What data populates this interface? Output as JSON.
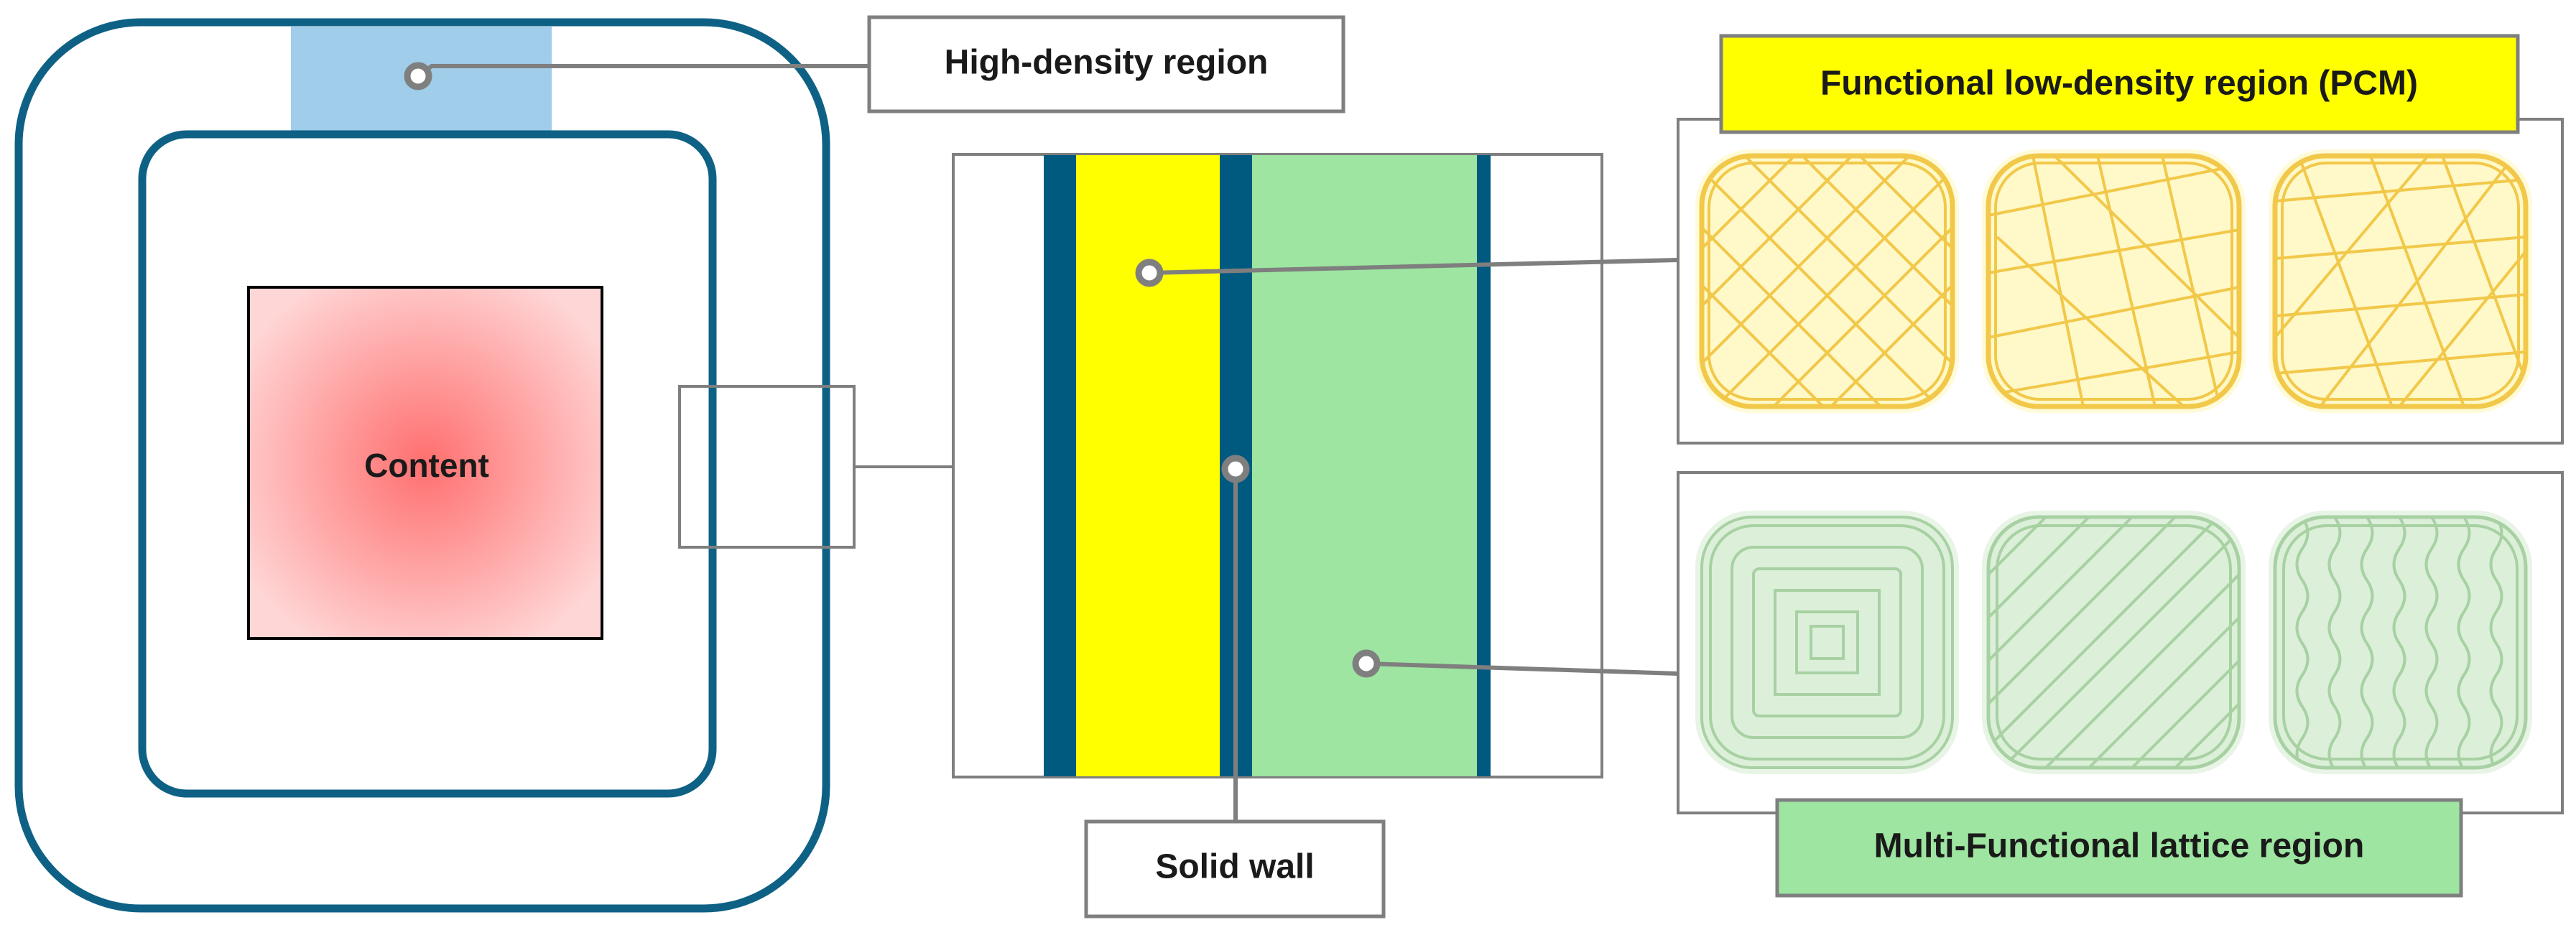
{
  "labels": {
    "high_density": "High-density region",
    "content": "Content",
    "solid_wall": "Solid wall",
    "functional_low_density": "Functional low-density region (PCM)",
    "multi_functional_lattice": "Multi-Functional lattice region"
  },
  "colors": {
    "shell_stroke": "#0e6185",
    "high_density_fill": "#9fcdea",
    "content_center": "#ff6f6f",
    "content_edge": "#ffd6d6",
    "solid_wall": "#005a80",
    "pcm_fill": "#ffff00",
    "lattice_fill": "#9de5a0",
    "leader": "#7f7f7f",
    "pcm_tile_fill": "#fff9c9",
    "pcm_tile_stroke": "#f2c84a",
    "lattice_tile_fill": "#dcefd9",
    "lattice_tile_stroke": "#a8d1a3"
  },
  "pcm_patterns": [
    "diagonal-grid",
    "irregular-grid",
    "triangular-grid"
  ],
  "lattice_patterns": [
    "concentric-squares",
    "diagonal-lines",
    "wavy-lines"
  ]
}
